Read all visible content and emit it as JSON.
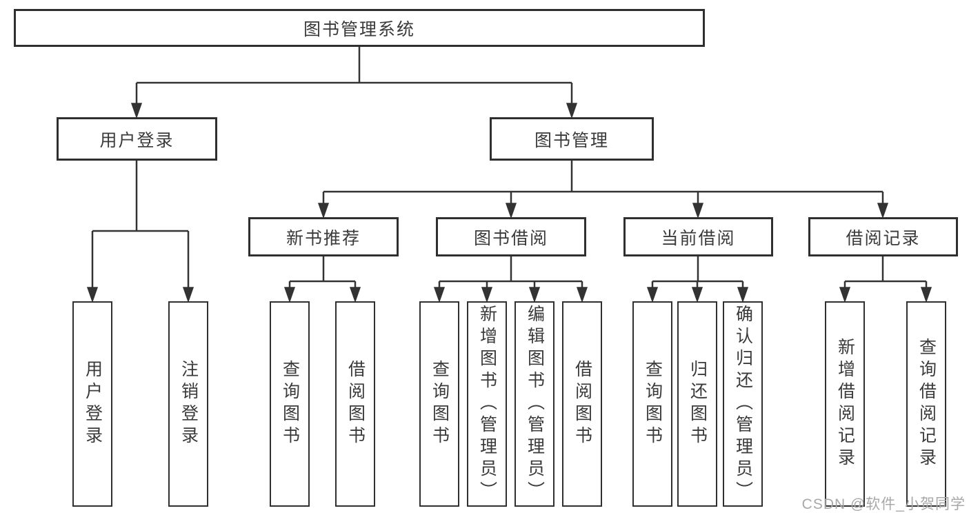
{
  "tree": {
    "label": "图书管理系统",
    "children": [
      {
        "label": "用户登录",
        "children": [
          {
            "label": "用户登录"
          },
          {
            "label": "注销登录"
          }
        ]
      },
      {
        "label": "图书管理",
        "children": [
          {
            "label": "新书推荐",
            "children": [
              {
                "label": "查询图书"
              },
              {
                "label": "借阅图书"
              }
            ]
          },
          {
            "label": "图书借阅",
            "children": [
              {
                "label": "查询图书"
              },
              {
                "label": "新增图书（管理员）"
              },
              {
                "label": "编辑图书（管理员）"
              },
              {
                "label": "借阅图书"
              }
            ]
          },
          {
            "label": "当前借阅",
            "children": [
              {
                "label": "查询图书"
              },
              {
                "label": "归还图书"
              },
              {
                "label": "确认归还（管理员）"
              }
            ]
          },
          {
            "label": "借阅记录",
            "children": [
              {
                "label": "新增借阅记录"
              },
              {
                "label": "查询借阅记录"
              }
            ]
          }
        ]
      }
    ]
  },
  "watermark": {
    "text": "CSDN @软件_小贺同学"
  },
  "colors": {
    "line": "#333333",
    "border": "#2f2f2f",
    "text": "#3a3a3a",
    "background": "#ffffff",
    "watermark": "#a8a8a8"
  }
}
